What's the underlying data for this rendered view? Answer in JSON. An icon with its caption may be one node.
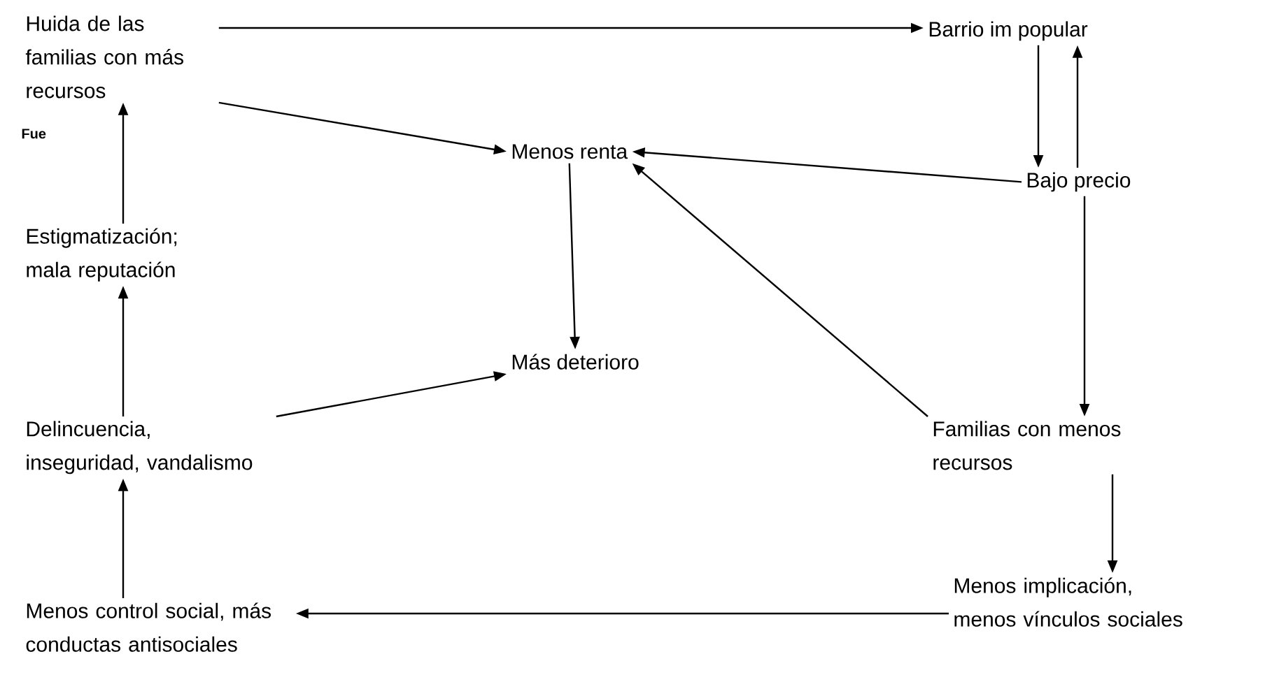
{
  "diagram": {
    "nodes": [
      {
        "text": [
          "Huida de las familias con más recursos"
        ]
      },
      {
        "text": [
          "Barrio im popular"
        ]
      },
      {
        "text": [
          "Menos renta"
        ]
      },
      {
        "text": [
          "Bajo precio"
        ]
      },
      {
        "text": [
          "Estigmatización; mala reputación"
        ]
      },
      {
        "text": [
          "Más deterioro"
        ]
      },
      {
        "text": [
          "Delincuencia, inseguridad, vandalismo"
        ]
      },
      {
        "text": [
          "Familias con menos recursos"
        ]
      },
      {
        "text": [
          "Menos implicación, menos vínculos sociales"
        ]
      },
      {
        "text": [
          "Menos control social, más conductas antisociales"
        ]
      }
    ],
    "edges": [
      {
        "from": 0,
        "to": 1,
        "arrow": "to"
      },
      {
        "from": 0,
        "to": 2,
        "arrow": "to"
      },
      {
        "from": 1,
        "to": 3,
        "arrow": "to"
      },
      {
        "from": 3,
        "to": 1,
        "arrow": "to"
      },
      {
        "from": 3,
        "to": 2,
        "arrow": "to"
      },
      {
        "from": 2,
        "to": 5,
        "arrow": "to"
      },
      {
        "from": 7,
        "to": 2,
        "arrow": "to"
      },
      {
        "from": 3,
        "to": 7,
        "arrow": "to"
      },
      {
        "from": 6,
        "to": 5,
        "arrow": "to"
      },
      {
        "from": 7,
        "to": 8,
        "arrow": "to"
      },
      {
        "from": 8,
        "to": 9,
        "arrow": "to"
      },
      {
        "from": 9,
        "to": 6,
        "arrow": "to"
      },
      {
        "from": 6,
        "to": 4,
        "arrow": "to"
      },
      {
        "from": 4,
        "to": 0,
        "arrow": "to"
      }
    ],
    "labels": [
      "Fue"
    ]
  }
}
